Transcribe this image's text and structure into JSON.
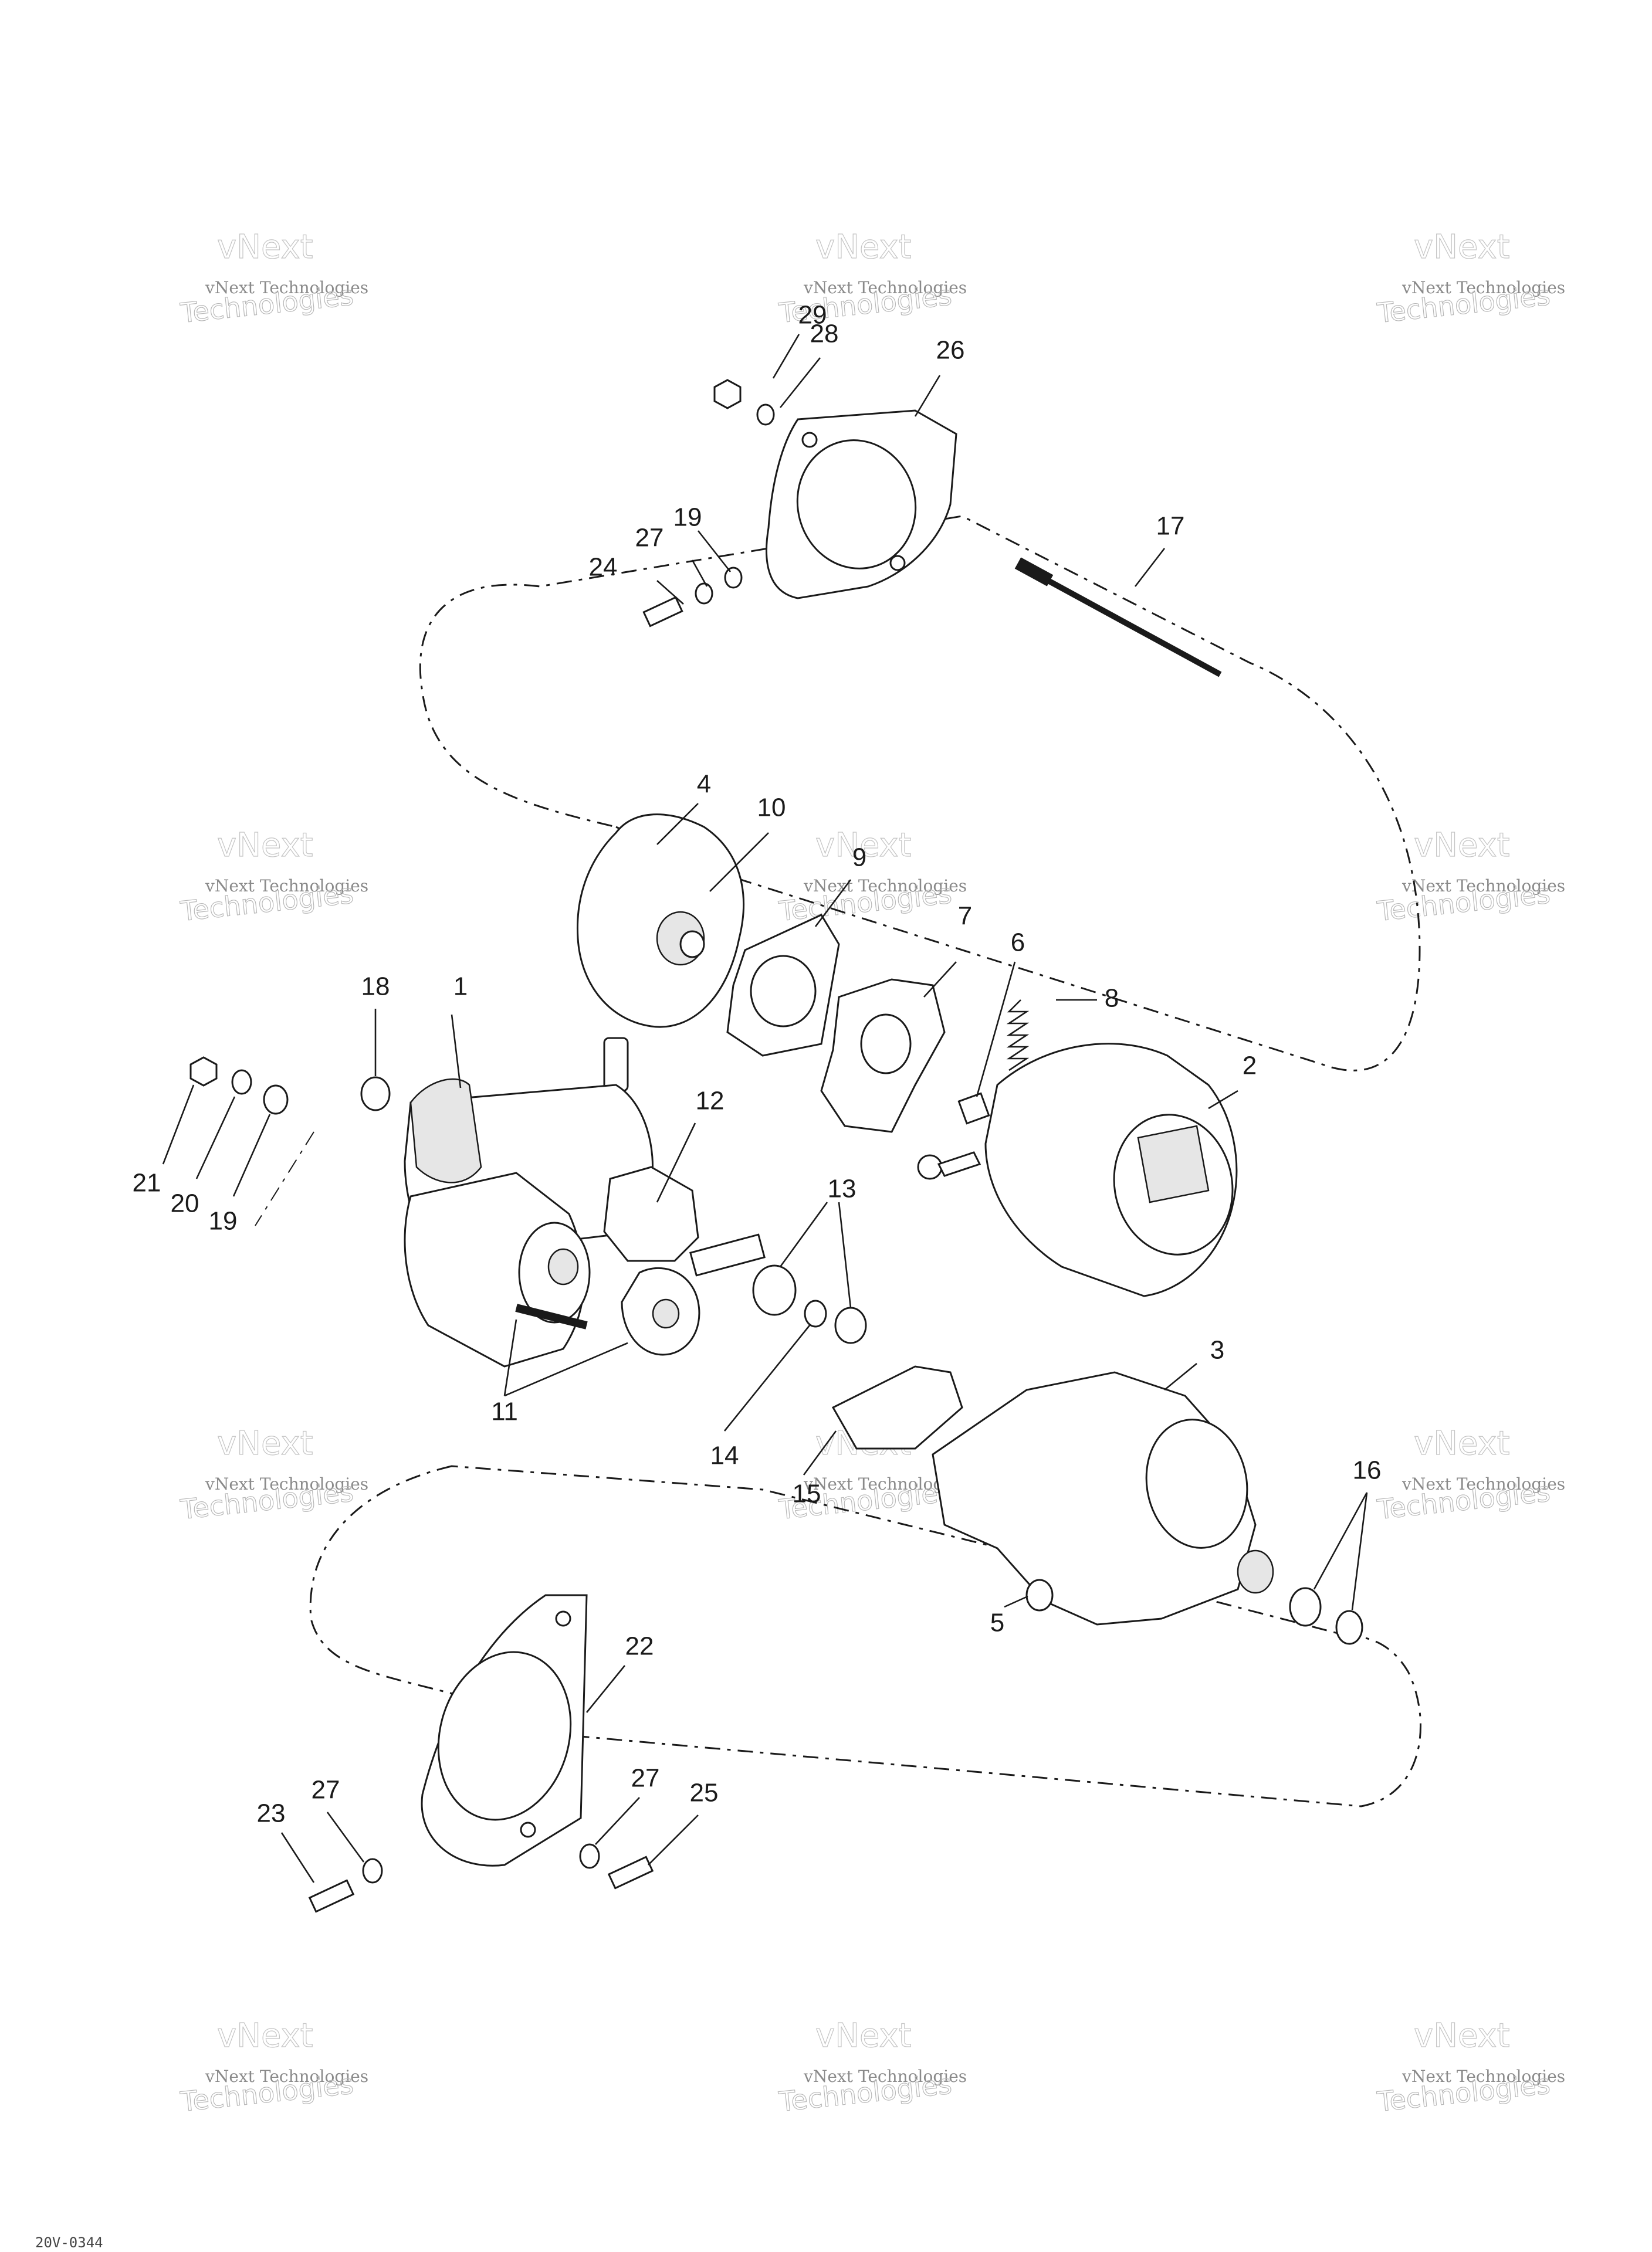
{
  "watermark": {
    "line1": "vNext Technologies",
    "line2": "Technologies",
    "line3": "vNext"
  },
  "callouts": {
    "c1": "1",
    "c2": "2",
    "c3": "3",
    "c4": "4",
    "c5": "5",
    "c6": "6",
    "c7": "7",
    "c8": "8",
    "c9": "9",
    "c10": "10",
    "c11": "11",
    "c12": "12",
    "c13": "13",
    "c14": "14",
    "c15": "15",
    "c16": "16",
    "c17": "17",
    "c18": "18",
    "c19a": "19",
    "c19b": "19",
    "c20": "20",
    "c21": "21",
    "c22": "22",
    "c23": "23",
    "c24": "24",
    "c25": "25",
    "c26": "26",
    "c27a": "27",
    "c27b": "27",
    "c27c": "27",
    "c28": "28",
    "c29": "29"
  },
  "figure_code": "20V-0344"
}
